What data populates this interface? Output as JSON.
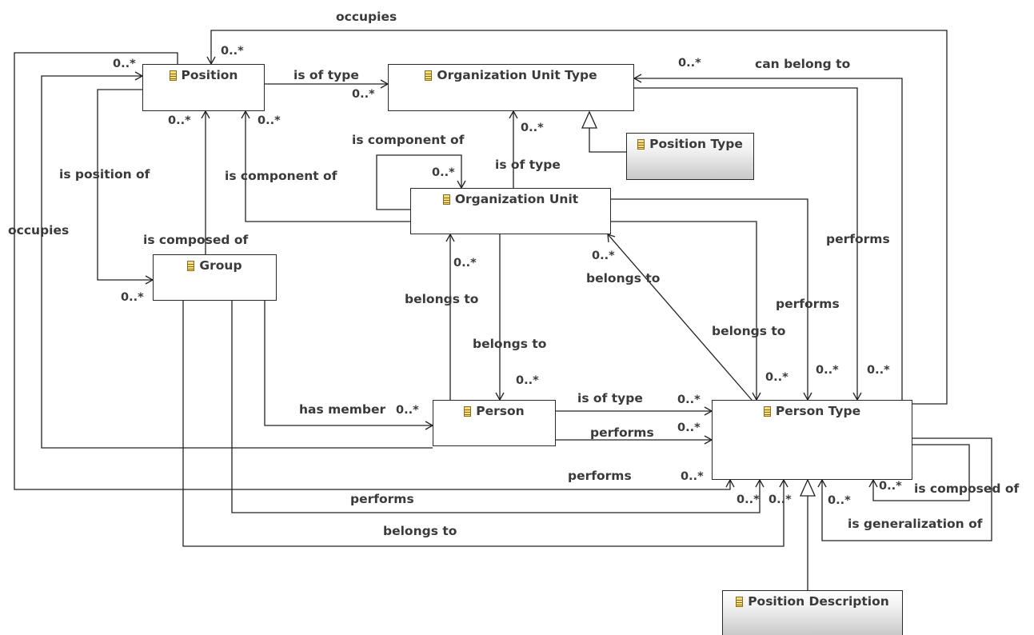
{
  "classes": {
    "position": "Position",
    "org_unit_type": "Organization Unit Type",
    "position_type": "Position Type",
    "org_unit": "Organization Unit",
    "group": "Group",
    "person": "Person",
    "person_type": "Person Type",
    "position_description": "Position Description"
  },
  "relations": {
    "occupies_top": "occupies",
    "can_belong_to": "can belong to",
    "is_of_type_pos": "is of type",
    "is_component_of_ou": "is component of",
    "is_of_type_ou": "is of type",
    "is_position_of": "is position of",
    "is_component_of_pos": "is component of",
    "occupies_left": "occupies",
    "is_composed_of_group": "is composed of",
    "performs_right": "performs",
    "belongs_to_ou_pt": "belongs to",
    "performs_ou": "performs",
    "belongs_to_person_ou": "belongs to",
    "belongs_to_ou_person": "belongs to",
    "belongs_to_pt_ou": "belongs to",
    "is_of_type_person": "is of type",
    "has_member": "has member",
    "performs_person": "performs",
    "performs_low": "performs",
    "performs_group": "performs",
    "is_composed_of_pt": "is composed of",
    "is_generalization_of": "is generalization of",
    "belongs_to_group": "belongs to"
  },
  "multiplicity": "0..*"
}
